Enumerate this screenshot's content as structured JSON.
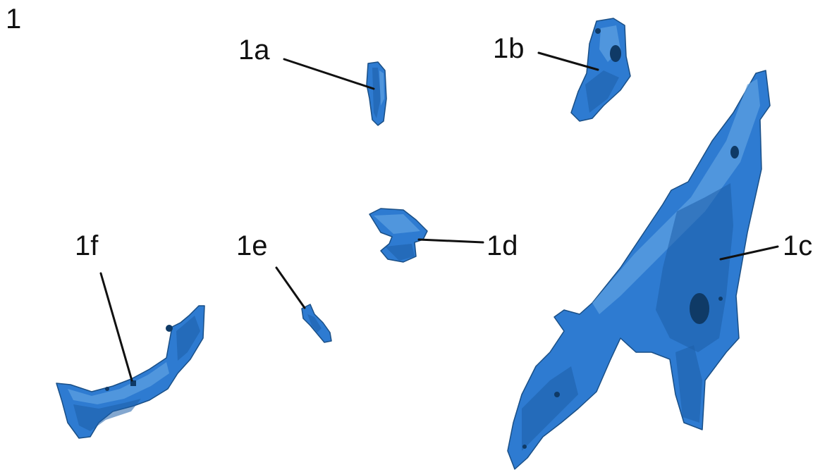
{
  "figure_number": "1",
  "part_color": "#2e7bd1",
  "callouts": [
    {
      "id": "1a",
      "text": "1a"
    },
    {
      "id": "1b",
      "text": "1b"
    },
    {
      "id": "1c",
      "text": "1c"
    },
    {
      "id": "1d",
      "text": "1d"
    },
    {
      "id": "1e",
      "text": "1e"
    },
    {
      "id": "1f",
      "text": "1f"
    }
  ]
}
